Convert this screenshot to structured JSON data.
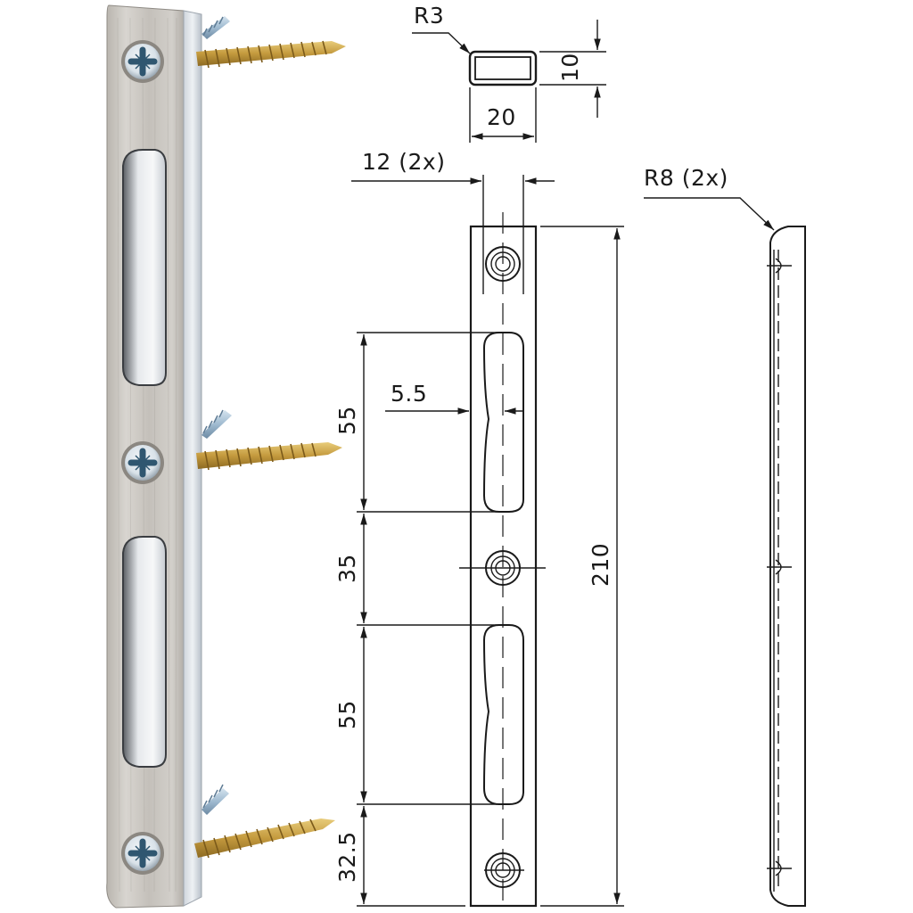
{
  "figure": {
    "subject": "strike plate with screws",
    "photo": {
      "plate_color": "#c9c6c1",
      "edge_color": "#dfe3e8",
      "screw_wood_color": "#c8a24a",
      "screw_zinc_color": "#a9c3d6",
      "screw_count": 6,
      "mounting_holes": 3,
      "slots": 2
    },
    "drawing": {
      "line_color": "#1a1a1a",
      "cross_section": {
        "corner_radius_label": "R3",
        "width_label": "20",
        "height_label": "10"
      },
      "front_view": {
        "hole_spacing_label": "12 (2x)",
        "slot_offset_label": "5.5",
        "overall_length_label": "210",
        "segments": [
          {
            "label": "55"
          },
          {
            "label": "35"
          },
          {
            "label": "55"
          },
          {
            "label": "32.5"
          }
        ]
      },
      "side_view": {
        "end_radius_label": "R8 (2x)"
      }
    }
  }
}
